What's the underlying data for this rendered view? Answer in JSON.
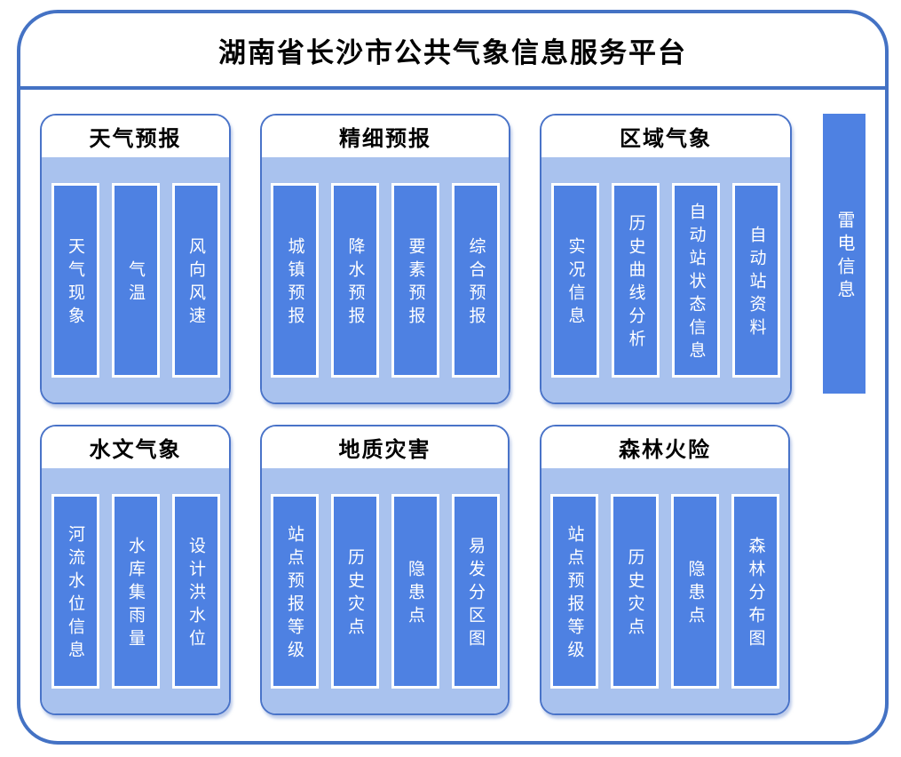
{
  "page": {
    "title": "湖南省长沙市公共气象信息服务平台"
  },
  "groups": [
    {
      "id": "weather-forecast",
      "title": "天气预报",
      "items": [
        "天气现象",
        "气温",
        "风向风速"
      ]
    },
    {
      "id": "fine-forecast",
      "title": "精细预报",
      "items": [
        "城镇预报",
        "降水预报",
        "要素预报",
        "综合预报"
      ]
    },
    {
      "id": "regional-meteorology",
      "title": "区域气象",
      "items": [
        "实况信息",
        "历史曲线分析",
        "自动站状态信息",
        "自动站资料"
      ]
    },
    {
      "id": "hydro-meteorology",
      "title": "水文气象",
      "items": [
        "河流水位信息",
        "水库集雨量",
        "设计洪水位"
      ]
    },
    {
      "id": "geological-disaster",
      "title": "地质灾害",
      "items": [
        "站点预报等级",
        "历史灾点",
        "隐患点",
        "易发分区图"
      ]
    },
    {
      "id": "forest-fire",
      "title": "森林火险",
      "items": [
        "站点预报等级",
        "历史灾点",
        "隐患点",
        "森林分布图"
      ]
    }
  ],
  "side_item": {
    "label": "雷电信息"
  },
  "colors": {
    "frame_border": "#4472C4",
    "bar_fill": "#4E81E2",
    "panel_fill": "#A9C2EE",
    "bar_text": "#FFFFFF",
    "title_text": "#000000"
  }
}
